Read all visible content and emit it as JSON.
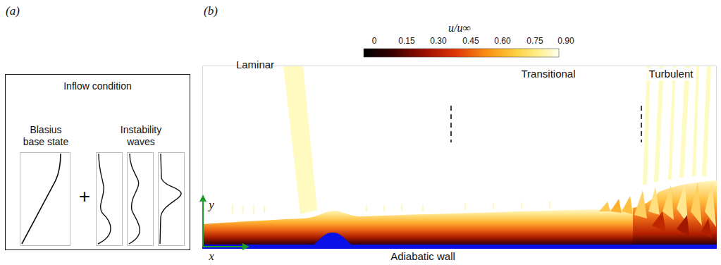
{
  "diagram": {
    "nodes": [
      {
        "text": [
          "Inflow condition"
        ]
      },
      {
        "text": [
          "Blasius base state"
        ],
        "in": 0
      },
      {
        "text": [
          "Instability waves"
        ],
        "in": 0
      }
    ],
    "labels": [
      "(a)",
      "(b)",
      "+",
      "u/u∞",
      "0",
      "0.15",
      "0.30",
      "0.45",
      "0.60",
      "0.75",
      "0.90",
      "Laminar",
      "Transitional",
      "Turbulent",
      "y",
      "x",
      "Adiabatic wall"
    ]
  }
}
